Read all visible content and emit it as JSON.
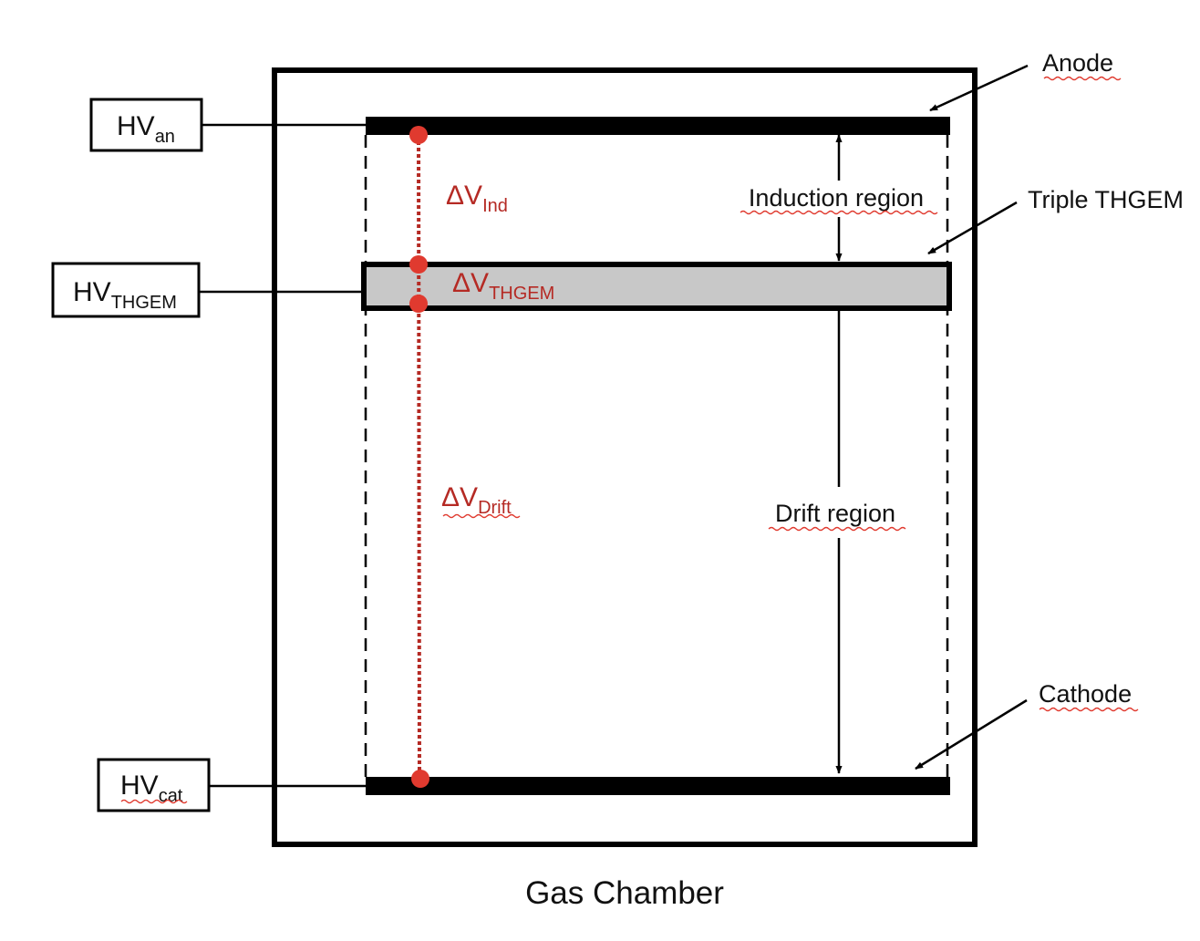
{
  "diagram": {
    "caption": "Gas Chamber",
    "hv_boxes": {
      "anode": {
        "main": "HV",
        "sub": "an"
      },
      "thgem": {
        "main": "HV",
        "sub": "THGEM"
      },
      "cathode": {
        "main": "HV",
        "sub": "cat"
      }
    },
    "potentials": {
      "induction": {
        "main": "ΔV",
        "sub": "Ind"
      },
      "thgem": {
        "main": "ΔV",
        "sub": "THGEM"
      },
      "drift": {
        "main": "ΔV",
        "sub": "Drift"
      }
    },
    "regions": {
      "induction": "Induction region",
      "drift": "Drift region"
    },
    "callouts": {
      "anode": "Anode",
      "thgem": "Triple THGEM",
      "cathode": "Cathode"
    },
    "colors": {
      "electrode": "#000000",
      "thgem_fill": "#c8c8c8",
      "potential": "#b52a24",
      "node": "#e03a2f"
    }
  }
}
